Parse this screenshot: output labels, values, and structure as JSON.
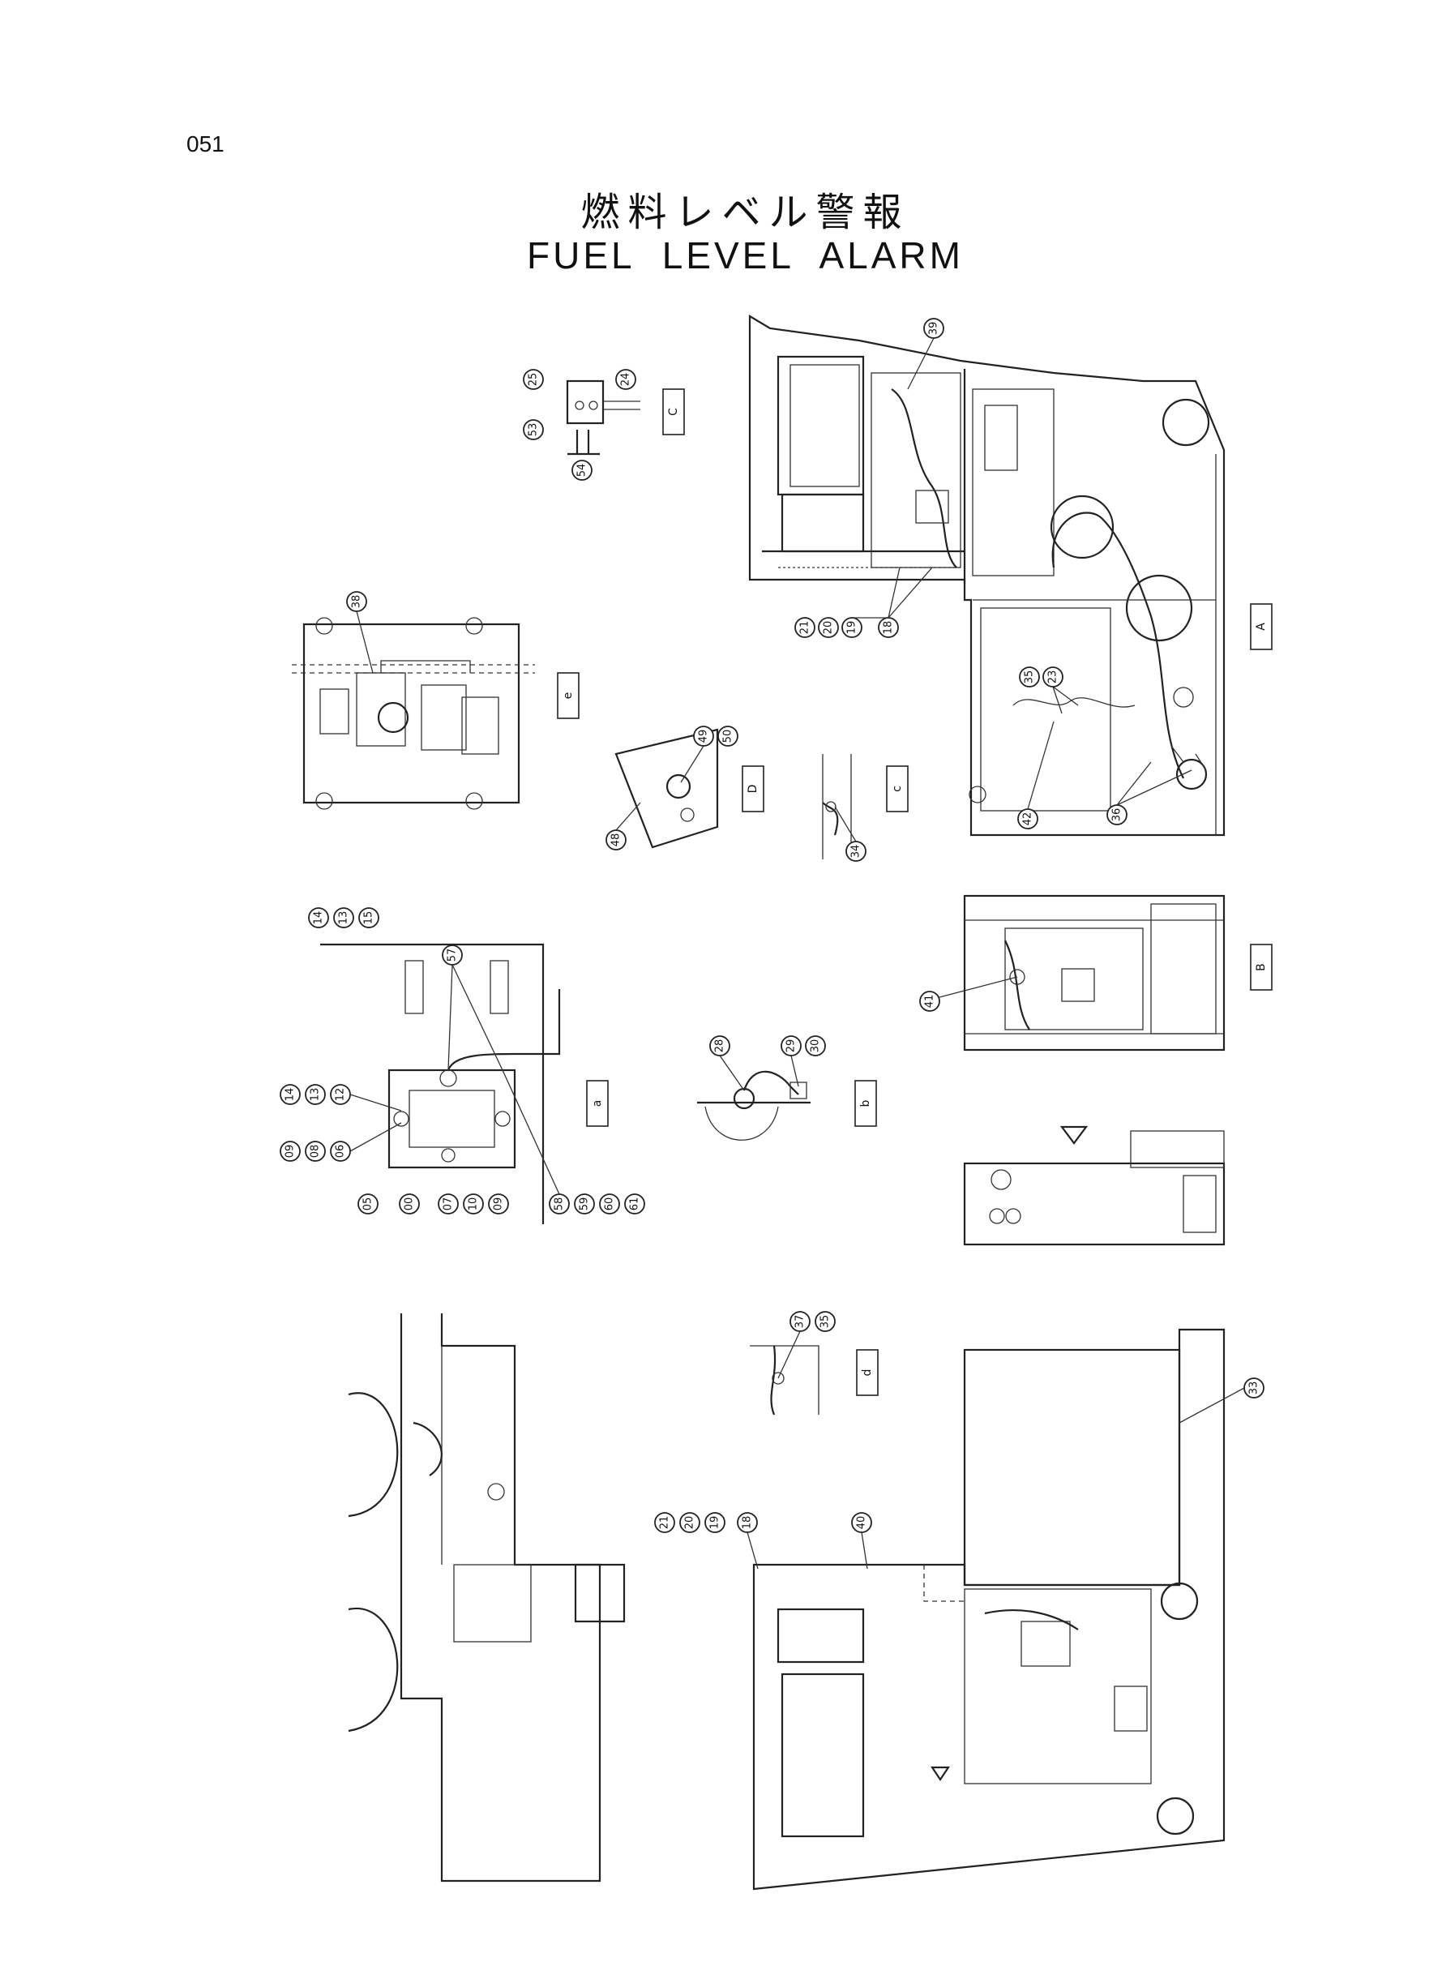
{
  "page": {
    "number": "051"
  },
  "title": {
    "japanese": "燃料レベル警報",
    "english": "FUEL LEVEL ALARM"
  },
  "detail_tags": [
    "A",
    "B",
    "C",
    "D",
    "a",
    "b",
    "c",
    "d",
    "e"
  ],
  "callouts": [
    "39",
    "25",
    "24",
    "53",
    "54",
    "38",
    "49",
    "50",
    "48",
    "34",
    "21",
    "20",
    "19",
    "18",
    "35",
    "23",
    "42",
    "36",
    "41",
    "14",
    "13",
    "15",
    "57",
    "12",
    "06",
    "08",
    "09",
    "05",
    "00",
    "07",
    "10",
    "58",
    "59",
    "60",
    "61",
    "28",
    "29",
    "30",
    "37",
    "33",
    "40"
  ]
}
